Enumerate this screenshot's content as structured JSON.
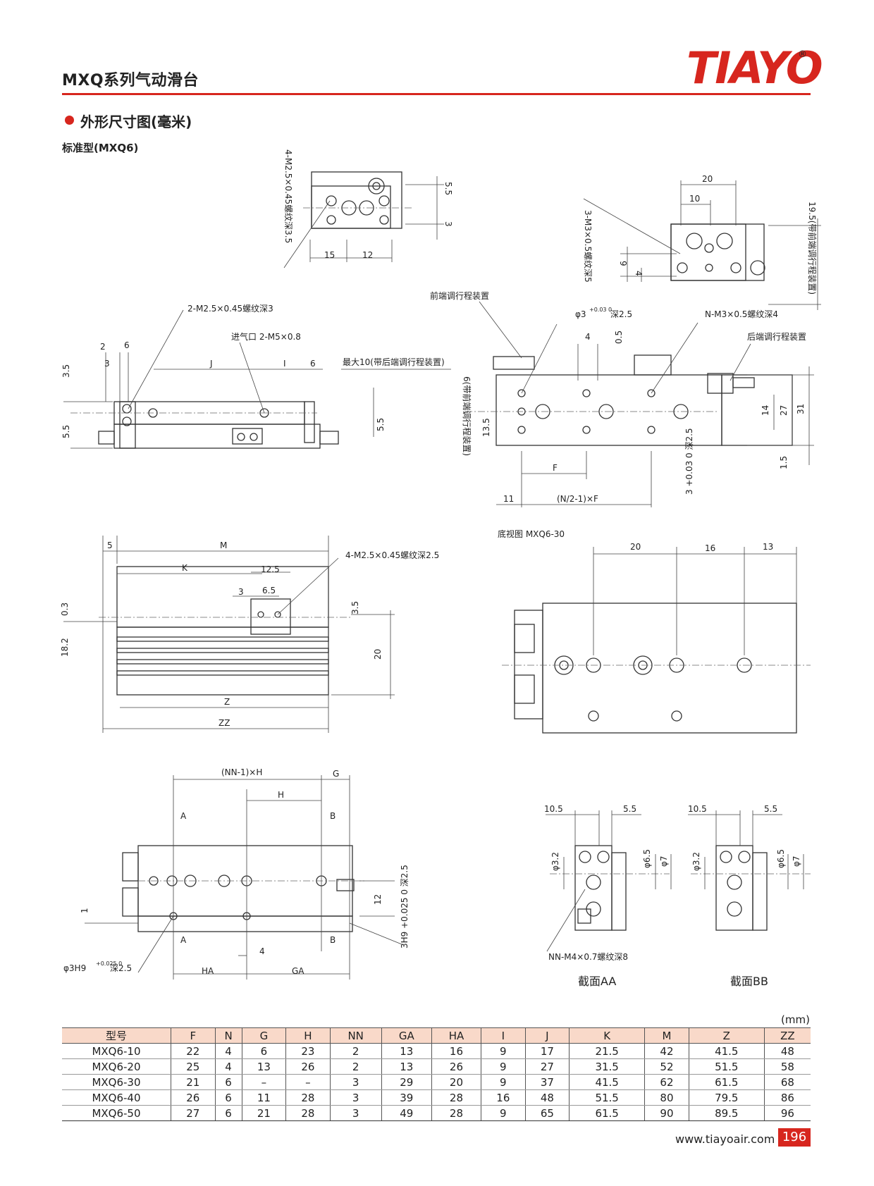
{
  "header": {
    "title": "MXQ系列气动滑台",
    "brand": "TIAYO",
    "registered": "®"
  },
  "section": {
    "heading": "外形尺寸图(毫米)",
    "subheading": "标准型(MXQ6)"
  },
  "drawing_labels": {
    "tapped_4_m25": "4-M2.5×0.45螺纹深3.5",
    "dim_15": "15",
    "dim_12": "12",
    "dim_55_top": "5.5",
    "dim_3_top": "3",
    "dim_20_tr": "20",
    "dim_10_tr": "10",
    "tapped_3_m3": "3-M3×0.5螺纹深5",
    "dim_9": "9",
    "dim_4_tr": "4",
    "stroke_195": "19.5(带前端调行程装置)",
    "front_adjuster": "前端调行程装置",
    "rear_adjuster": "后端调行程装置",
    "pin_hole_3": "φ3",
    "pin_tol": "+0.03 0",
    "pin_depth": "深2.5",
    "tapped_n_m3": "N-M3×0.5螺纹深4",
    "dim_4_mid": "4",
    "dim_05": "0.5",
    "side_6": "6(带前端调行程装置)",
    "dim_135": "13.5",
    "dim_14": "14",
    "dim_27": "27",
    "dim_31": "31",
    "dim_15_r": "1.5",
    "dim_F": "F",
    "dim_11": "11",
    "formula_nf": "(N/2-1)×F",
    "vert_pin": "3 +0.03 0 深2.5",
    "tapped_2_m25": "2-M2.5×0.45螺纹深3",
    "inlet": "进气口 2-M5×0.8",
    "dim_2": "2",
    "dim_6a": "6",
    "dim_3a": "3",
    "dim_J": "J",
    "dim_I": "I",
    "dim_6b": "6",
    "max10": "最大10(带后端调行程装置)",
    "dim_35a": "3.5",
    "dim_55a": "5.5",
    "dim_55b": "5.5",
    "dim_5": "5",
    "dim_M": "M",
    "dim_K": "K",
    "dim_125": "12.5",
    "dim_3b": "3",
    "dim_65": "6.5",
    "tapped_4_m25b": "4-M2.5×0.45螺纹深2.5",
    "dim_03": "0.3",
    "dim_182": "18.2",
    "dim_35b": "3.5",
    "dim_20b": "20",
    "dim_Z": "Z",
    "dim_ZZ": "ZZ",
    "bottom_view": "底视图 MXQ6-30",
    "dim_20c": "20",
    "dim_16": "16",
    "dim_13": "13",
    "dim_nnh": "(NN-1)×H",
    "dim_G": "G",
    "dim_H": "H",
    "sec_A1": "A",
    "sec_B1": "B",
    "sec_A2": "A",
    "sec_B2": "B",
    "dim_1": "1",
    "dim_12b": "12",
    "dim_4b": "4",
    "dim_HA": "HA",
    "dim_GA": "GA",
    "hole_3h9": "φ3H9",
    "tol_3h9": "+0.025 0",
    "depth_25": "深2.5",
    "vert_3h9": "3H9 +0.025 0 深2.5",
    "dim_105a": "10.5",
    "dim_55c": "5.5",
    "dim_105b": "10.5",
    "dim_55d": "5.5",
    "phi32a": "φ3.2",
    "phi65a": "φ6.5",
    "phi7a": "φ7",
    "phi32b": "φ3.2",
    "phi65b": "φ6.5",
    "phi7b": "φ7",
    "tapped_nn_m4": "NN-M4×0.7螺纹深8",
    "section_aa": "截面AA",
    "section_bb": "截面BB"
  },
  "table": {
    "unit": "(mm)",
    "headers": [
      "型号",
      "F",
      "N",
      "G",
      "H",
      "NN",
      "GA",
      "HA",
      "I",
      "J",
      "K",
      "M",
      "Z",
      "ZZ"
    ],
    "rows": [
      [
        "MXQ6-10",
        "22",
        "4",
        "6",
        "23",
        "2",
        "13",
        "16",
        "9",
        "17",
        "21.5",
        "42",
        "41.5",
        "48"
      ],
      [
        "MXQ6-20",
        "25",
        "4",
        "13",
        "26",
        "2",
        "13",
        "26",
        "9",
        "27",
        "31.5",
        "52",
        "51.5",
        "58"
      ],
      [
        "MXQ6-30",
        "21",
        "6",
        "–",
        "–",
        "3",
        "29",
        "20",
        "9",
        "37",
        "41.5",
        "62",
        "61.5",
        "68"
      ],
      [
        "MXQ6-40",
        "26",
        "6",
        "11",
        "28",
        "3",
        "39",
        "28",
        "16",
        "48",
        "51.5",
        "80",
        "79.5",
        "86"
      ],
      [
        "MXQ6-50",
        "27",
        "6",
        "21",
        "28",
        "3",
        "49",
        "28",
        "9",
        "65",
        "61.5",
        "90",
        "89.5",
        "96"
      ]
    ]
  },
  "footer": {
    "url": "www.tiayoair.com",
    "page": "196"
  }
}
